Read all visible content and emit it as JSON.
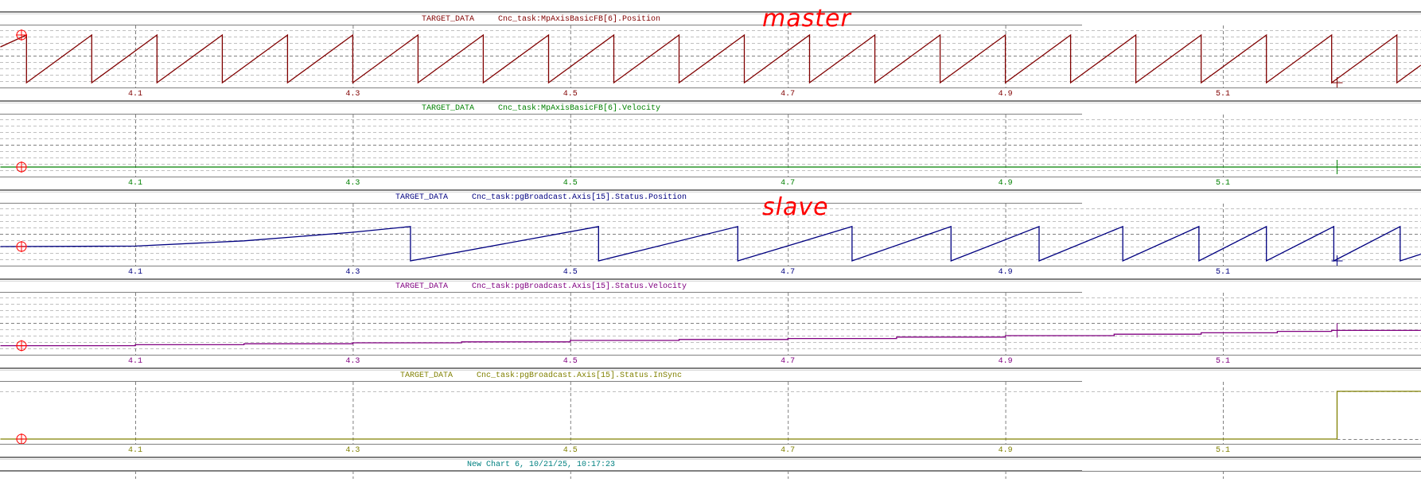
{
  "annotations": {
    "master": "master",
    "slave": "slave"
  },
  "footer": {
    "title": "New Chart 6, 10/21/25, 10:17:23",
    "color": "#008080"
  },
  "x_ticks": [
    "4.1",
    "4.3",
    "4.5",
    "4.7",
    "4.9",
    "5.1"
  ],
  "chart_data": [
    {
      "type": "line",
      "source": "TARGET_DATA",
      "title": "Cnc_task:MpAxisBasicFB[6].Position",
      "color": "#800000",
      "xlim": [
        3.976,
        5.282
      ],
      "ylim": [
        0,
        1
      ],
      "x_ticks": [
        4.1,
        4.3,
        4.5,
        4.7,
        4.9,
        5.1
      ],
      "grid": true,
      "shape": "sawtooth",
      "start_value": 0.75,
      "fall_times": [
        4.0,
        4.06,
        4.12,
        4.18,
        4.24,
        4.3,
        4.36,
        4.42,
        4.48,
        4.54,
        4.6,
        4.66,
        4.72,
        4.78,
        4.84,
        4.9,
        4.96,
        5.02,
        5.08,
        5.14,
        5.2,
        5.26
      ],
      "period": 0.06,
      "cursor": 5.205
    },
    {
      "type": "line",
      "source": "TARGET_DATA",
      "title": "Cnc_task:MpAxisBasicFB[6].Velocity",
      "color": "#008000",
      "xlim": [
        3.976,
        5.282
      ],
      "ylim": [
        0,
        1
      ],
      "x_ticks": [
        4.1,
        4.3,
        4.5,
        4.7,
        4.9,
        5.1
      ],
      "grid": true,
      "points": [
        [
          3.976,
          0.1
        ],
        [
          5.282,
          0.1
        ]
      ],
      "cursor": 5.205
    },
    {
      "type": "line",
      "source": "TARGET_DATA",
      "title": "Cnc_task:pgBroadcast.Axis[15].Status.Position",
      "color": "#000080",
      "xlim": [
        3.976,
        5.282
      ],
      "ylim": [
        0,
        1
      ],
      "x_ticks": [
        4.1,
        4.3,
        4.5,
        4.7,
        4.9,
        5.1
      ],
      "grid": true,
      "points": [
        [
          3.976,
          0.3
        ],
        [
          4.1,
          0.31
        ],
        [
          4.2,
          0.42
        ],
        [
          4.3,
          0.6
        ],
        [
          4.353,
          0.72
        ],
        [
          4.353,
          0
        ],
        [
          4.526,
          0.72
        ],
        [
          4.526,
          0
        ],
        [
          4.654,
          0.72
        ],
        [
          4.654,
          0
        ],
        [
          4.759,
          0.72
        ],
        [
          4.759,
          0
        ],
        [
          4.85,
          0.72
        ],
        [
          4.85,
          0
        ],
        [
          4.931,
          0.72
        ],
        [
          4.931,
          0
        ],
        [
          5.008,
          0.72
        ],
        [
          5.008,
          0
        ],
        [
          5.078,
          0.72
        ],
        [
          5.078,
          0
        ],
        [
          5.14,
          0.72
        ],
        [
          5.14,
          0
        ],
        [
          5.202,
          0.72
        ],
        [
          5.202,
          0
        ],
        [
          5.263,
          0.72
        ],
        [
          5.263,
          0
        ],
        [
          5.282,
          0.14
        ]
      ],
      "cursor": 5.205
    },
    {
      "type": "line",
      "source": "TARGET_DATA",
      "title": "Cnc_task:pgBroadcast.Axis[15].Status.Velocity",
      "color": "#800080",
      "xlim": [
        3.976,
        5.282
      ],
      "ylim": [
        0,
        1
      ],
      "x_ticks": [
        4.1,
        4.3,
        4.5,
        4.7,
        4.9,
        5.1
      ],
      "grid": true,
      "step": true,
      "points": [
        [
          3.976,
          0.09
        ],
        [
          4.1,
          0.11
        ],
        [
          4.2,
          0.13
        ],
        [
          4.3,
          0.15
        ],
        [
          4.4,
          0.17
        ],
        [
          4.5,
          0.2
        ],
        [
          4.6,
          0.22
        ],
        [
          4.7,
          0.24
        ],
        [
          4.8,
          0.27
        ],
        [
          4.9,
          0.3
        ],
        [
          5.0,
          0.33
        ],
        [
          5.08,
          0.36
        ],
        [
          5.15,
          0.39
        ],
        [
          5.2,
          0.41
        ],
        [
          5.282,
          0.41
        ]
      ],
      "cursor": 5.205
    },
    {
      "type": "line",
      "source": "TARGET_DATA",
      "title": "Cnc_task:pgBroadcast.Axis[15].Status.InSync",
      "color": "#808000",
      "xlim": [
        3.976,
        5.282
      ],
      "ylim": [
        0,
        1
      ],
      "x_ticks": [
        4.1,
        4.3,
        4.5,
        4.7,
        4.9,
        5.1
      ],
      "grid": true,
      "points": [
        [
          3.976,
          0
        ],
        [
          5.205,
          0
        ],
        [
          5.205,
          1
        ],
        [
          5.282,
          1
        ]
      ],
      "cursor": 5.205
    }
  ]
}
